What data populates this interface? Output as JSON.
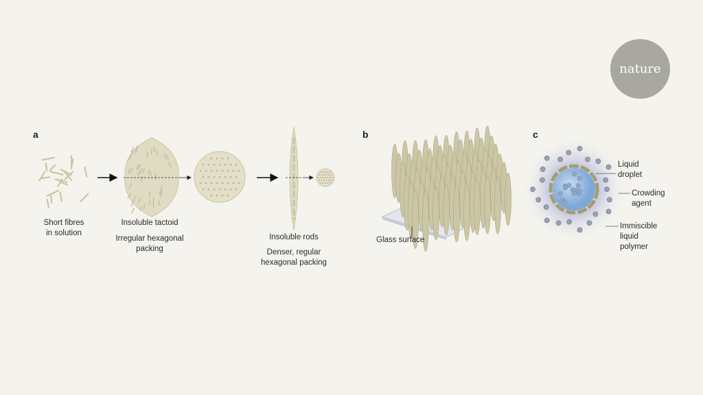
{
  "logo": "nature",
  "panels": {
    "a": {
      "letter": "a",
      "fibres": [
        "Short fibres",
        "in solution"
      ],
      "tactoid": "Insoluble tactoid",
      "tactoid_packing": [
        "Irregular hexagonal",
        "packing"
      ],
      "rods": "Insoluble rods",
      "rods_packing": [
        "Denser, regular",
        "hexagonal packing"
      ]
    },
    "b": {
      "letter": "b",
      "surface": "Glass surface"
    },
    "c": {
      "letter": "c",
      "droplet": [
        "Liquid",
        "droplet"
      ],
      "crowding": [
        "Crowding",
        "agent"
      ],
      "polymer": [
        "Immiscible",
        "liquid",
        "polymer"
      ]
    }
  },
  "colors": {
    "background": "#f4f3ed",
    "fibre": "#c9c6a6",
    "droplet": "#8fb4dc",
    "bead": "#9aa0b4",
    "logo": "#a9a8a0"
  }
}
